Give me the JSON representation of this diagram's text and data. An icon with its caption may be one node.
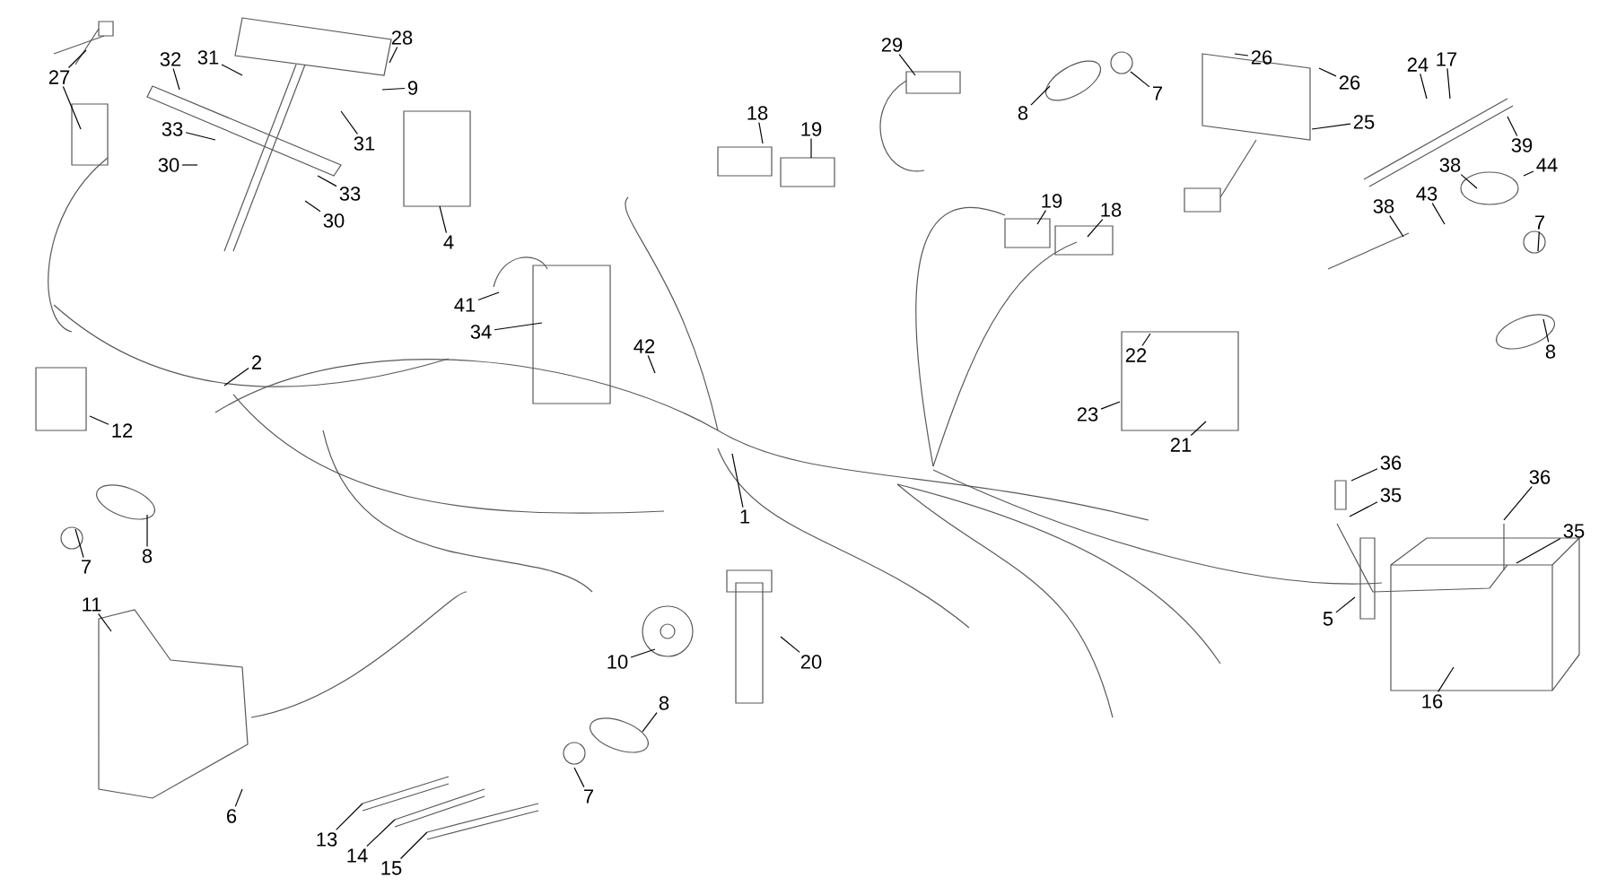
{
  "diagram": {
    "nodes": [
      {
        "text": [
          "28"
        ]
      },
      {
        "text": [
          "29"
        ]
      },
      {
        "text": [
          "26"
        ]
      },
      {
        "text": [
          "32"
        ]
      },
      {
        "text": [
          "31"
        ]
      },
      {
        "text": [
          "24"
        ]
      },
      {
        "text": [
          "17"
        ]
      },
      {
        "text": [
          "27"
        ]
      },
      {
        "text": [
          "26"
        ]
      },
      {
        "text": [
          "9"
        ]
      },
      {
        "text": [
          "7"
        ]
      },
      {
        "text": [
          "8"
        ]
      },
      {
        "text": [
          "18"
        ]
      },
      {
        "text": [
          "25"
        ]
      },
      {
        "text": [
          "33"
        ]
      },
      {
        "text": [
          "19"
        ]
      },
      {
        "text": [
          "31"
        ]
      },
      {
        "text": [
          "39"
        ]
      },
      {
        "text": [
          "30"
        ]
      },
      {
        "text": [
          "38"
        ]
      },
      {
        "text": [
          "44"
        ]
      },
      {
        "text": [
          "33"
        ]
      },
      {
        "text": [
          "43"
        ]
      },
      {
        "text": [
          "19"
        ]
      },
      {
        "text": [
          "38"
        ]
      },
      {
        "text": [
          "18"
        ]
      },
      {
        "text": [
          "30"
        ]
      },
      {
        "text": [
          "7"
        ]
      },
      {
        "text": [
          "4"
        ]
      },
      {
        "text": [
          "41"
        ]
      },
      {
        "text": [
          "34"
        ]
      },
      {
        "text": [
          "42"
        ]
      },
      {
        "text": [
          "8"
        ]
      },
      {
        "text": [
          "2"
        ]
      },
      {
        "text": [
          "22"
        ]
      },
      {
        "text": [
          "23"
        ]
      },
      {
        "text": [
          "12"
        ]
      },
      {
        "text": [
          "21"
        ]
      },
      {
        "text": [
          "36"
        ]
      },
      {
        "text": [
          "36"
        ]
      },
      {
        "text": [
          "35"
        ]
      },
      {
        "text": [
          "1"
        ]
      },
      {
        "text": [
          "35"
        ]
      },
      {
        "text": [
          "8"
        ]
      },
      {
        "text": [
          "7"
        ]
      },
      {
        "text": [
          "11"
        ]
      },
      {
        "text": [
          "5"
        ]
      },
      {
        "text": [
          "10"
        ]
      },
      {
        "text": [
          "20"
        ]
      },
      {
        "text": [
          "16"
        ]
      },
      {
        "text": [
          "8"
        ]
      },
      {
        "text": [
          "7"
        ]
      },
      {
        "text": [
          "6"
        ]
      },
      {
        "text": [
          "13"
        ]
      },
      {
        "text": [
          "14"
        ]
      },
      {
        "text": [
          "15"
        ]
      }
    ],
    "edges": [
      {
        "from": 0,
        "to": null,
        "arrow": "none"
      },
      {
        "from": 1,
        "to": null,
        "arrow": "none"
      },
      {
        "from": 2,
        "to": null,
        "arrow": "none"
      },
      {
        "from": 3,
        "to": null,
        "arrow": "none"
      },
      {
        "from": 4,
        "to": null,
        "arrow": "none"
      },
      {
        "from": 5,
        "to": null,
        "arrow": "none"
      },
      {
        "from": 6,
        "to": null,
        "arrow": "none"
      },
      {
        "from": 7,
        "to": null,
        "arrow": "none"
      },
      {
        "from": 8,
        "to": null,
        "arrow": "none"
      },
      {
        "from": 9,
        "to": null,
        "arrow": "none"
      },
      {
        "from": 10,
        "to": null,
        "arrow": "none"
      },
      {
        "from": 11,
        "to": null,
        "arrow": "none"
      },
      {
        "from": 12,
        "to": null,
        "arrow": "none"
      },
      {
        "from": 13,
        "to": null,
        "arrow": "none"
      },
      {
        "from": 14,
        "to": null,
        "arrow": "none"
      },
      {
        "from": 15,
        "to": null,
        "arrow": "none"
      },
      {
        "from": 16,
        "to": null,
        "arrow": "none"
      },
      {
        "from": 17,
        "to": null,
        "arrow": "none"
      },
      {
        "from": 18,
        "to": null,
        "arrow": "none"
      },
      {
        "from": 19,
        "to": null,
        "arrow": "none"
      },
      {
        "from": 20,
        "to": null,
        "arrow": "none"
      },
      {
        "from": 21,
        "to": null,
        "arrow": "none"
      },
      {
        "from": 22,
        "to": null,
        "arrow": "none"
      },
      {
        "from": 23,
        "to": null,
        "arrow": "none"
      },
      {
        "from": 24,
        "to": null,
        "arrow": "none"
      },
      {
        "from": 25,
        "to": null,
        "arrow": "none"
      },
      {
        "from": 26,
        "to": null,
        "arrow": "none"
      },
      {
        "from": 27,
        "to": null,
        "arrow": "none"
      },
      {
        "from": 28,
        "to": null,
        "arrow": "none"
      },
      {
        "from": 29,
        "to": null,
        "arrow": "none"
      },
      {
        "from": 30,
        "to": null,
        "arrow": "none"
      },
      {
        "from": 31,
        "to": null,
        "arrow": "none"
      },
      {
        "from": 32,
        "to": null,
        "arrow": "none"
      },
      {
        "from": 33,
        "to": null,
        "arrow": "none"
      },
      {
        "from": 34,
        "to": null,
        "arrow": "none"
      },
      {
        "from": 35,
        "to": null,
        "arrow": "none"
      },
      {
        "from": 36,
        "to": null,
        "arrow": "none"
      },
      {
        "from": 37,
        "to": null,
        "arrow": "none"
      },
      {
        "from": 38,
        "to": null,
        "arrow": "none"
      },
      {
        "from": 39,
        "to": null,
        "arrow": "none"
      },
      {
        "from": 40,
        "to": null,
        "arrow": "none"
      },
      {
        "from": 41,
        "to": null,
        "arrow": "none"
      },
      {
        "from": 42,
        "to": null,
        "arrow": "none"
      },
      {
        "from": 43,
        "to": null,
        "arrow": "none"
      },
      {
        "from": 44,
        "to": null,
        "arrow": "none"
      },
      {
        "from": 45,
        "to": null,
        "arrow": "none"
      },
      {
        "from": 46,
        "to": null,
        "arrow": "none"
      },
      {
        "from": 47,
        "to": null,
        "arrow": "none"
      },
      {
        "from": 48,
        "to": null,
        "arrow": "none"
      },
      {
        "from": 49,
        "to": null,
        "arrow": "none"
      },
      {
        "from": 50,
        "to": null,
        "arrow": "none"
      },
      {
        "from": 51,
        "to": null,
        "arrow": "none"
      },
      {
        "from": 52,
        "to": null,
        "arrow": "none"
      },
      {
        "from": 53,
        "to": null,
        "arrow": "none"
      },
      {
        "from": 54,
        "to": null,
        "arrow": "none"
      },
      {
        "from": 55,
        "to": null,
        "arrow": "none"
      },
      {
        "from": 7,
        "to": null,
        "arrow": "none"
      }
    ]
  }
}
